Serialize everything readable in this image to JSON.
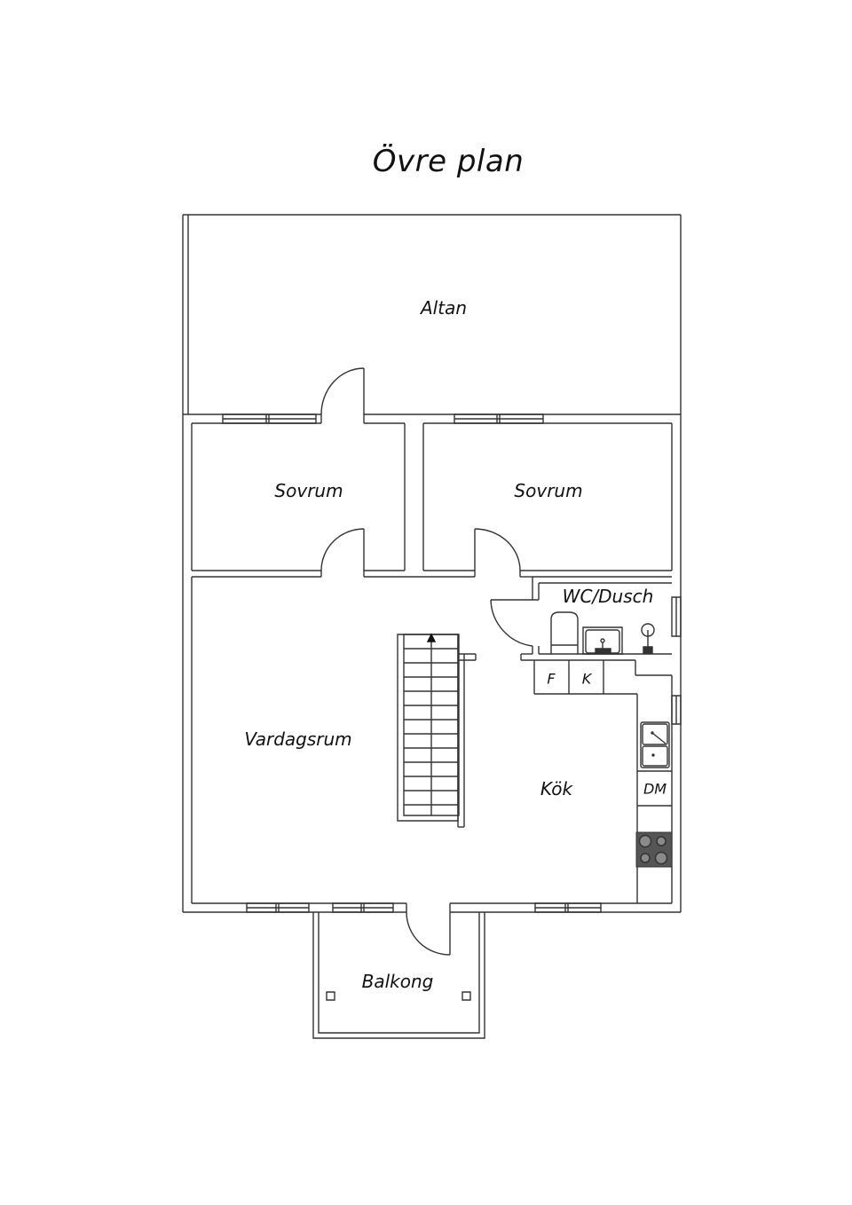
{
  "title": "Övre plan",
  "rooms": {
    "altan": "Altan",
    "sovrum_left": "Sovrum",
    "sovrum_right": "Sovrum",
    "wc": "WC/Dusch",
    "vardagsrum": "Vardagsrum",
    "kok": "Kök",
    "balkong": "Balkong"
  },
  "fixtures": {
    "fridge": "F",
    "freezer": "K",
    "dishwasher": "DM"
  },
  "colors": {
    "line": "#333333",
    "stove": "#555555",
    "burner": "#8a8a8a"
  }
}
